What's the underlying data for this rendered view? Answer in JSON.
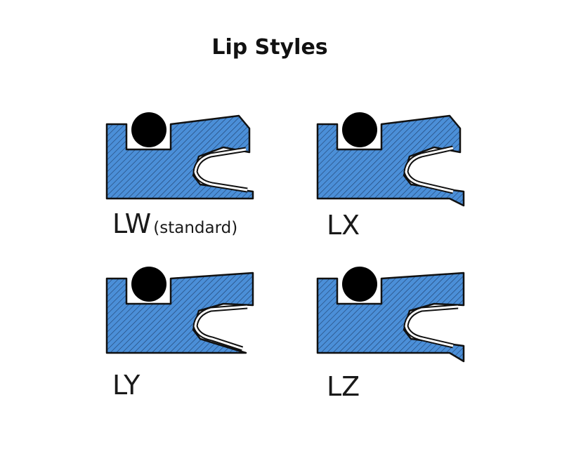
{
  "title": "Lip Styles",
  "colors": {
    "seal_fill": "#4b8fd8",
    "hatch": "#1f3f6b",
    "outline": "#111111",
    "o_ring": "#000000",
    "spring": "#ffffff"
  },
  "styles": [
    {
      "code": "LW",
      "note": "(standard)"
    },
    {
      "code": "LX",
      "note": ""
    },
    {
      "code": "LY",
      "note": ""
    },
    {
      "code": "LZ",
      "note": ""
    }
  ]
}
